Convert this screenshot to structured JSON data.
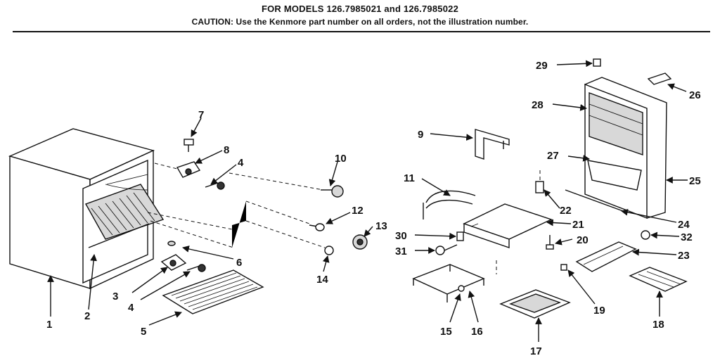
{
  "header": {
    "title": "FOR MODELS 126.7985021 and 126.7985022",
    "caution": "CAUTION:  Use the Kenmore part number on all orders, not the illustration number."
  },
  "callouts": {
    "n1": "1",
    "n2": "2",
    "n3": "3",
    "n4a": "4",
    "n4b": "4",
    "n5": "5",
    "n6": "6",
    "n7": "7",
    "n8": "8",
    "n9": "9",
    "n10": "10",
    "n11": "11",
    "n12": "12",
    "n13": "13",
    "n14": "14",
    "n15": "15",
    "n16": "16",
    "n17": "17",
    "n18": "18",
    "n19": "19",
    "n20": "20",
    "n21": "21",
    "n22": "22",
    "n23": "23",
    "n24": "24",
    "n25": "25",
    "n26": "26",
    "n27": "27",
    "n28": "28",
    "n29": "29",
    "n30": "30",
    "n31": "31",
    "n32": "32"
  }
}
